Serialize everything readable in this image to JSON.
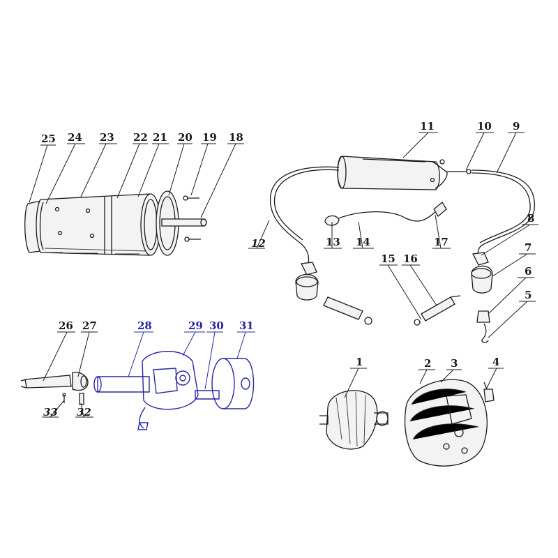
{
  "labels": {
    "n1": "1",
    "n2": "2",
    "n3": "3",
    "n4": "4",
    "n5": "5",
    "n6": "6",
    "n7": "7",
    "n8": "8",
    "n9": "9",
    "n10": "10",
    "n11": "11",
    "n12": "12",
    "n13": "13",
    "n14": "14",
    "n15": "15",
    "n16": "16",
    "n17": "17",
    "n18": "18",
    "n19": "19",
    "n20": "20",
    "n21": "21",
    "n22": "22",
    "n23": "23",
    "n24": "24",
    "n25": "25",
    "n26": "26",
    "n27": "27",
    "n28": "28",
    "n29": "29",
    "n30": "30",
    "n31": "31",
    "n32": "32",
    "n33": "33"
  },
  "colors": {
    "ink": "#1a1a1a",
    "highlight": "#2626a6",
    "background": "#ffffff"
  }
}
